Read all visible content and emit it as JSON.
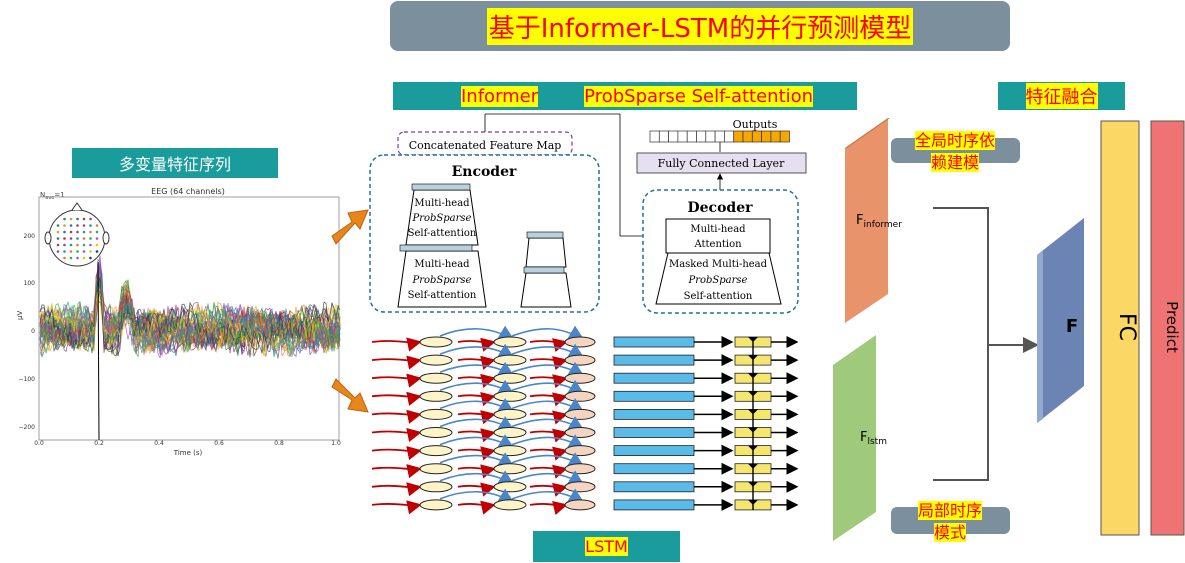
{
  "title": "基于Informer-LSTM的并行预测模型",
  "input_label": "多变量特征序列",
  "informer_label": "Informer",
  "probsparse_label": "ProbSparse Self-attention",
  "fusion_label": "特征融合",
  "lstm_label": "LSTM",
  "global_label_line1": "全局时序依",
  "global_label_line2": "赖建模",
  "local_label_line1": "局部时序",
  "local_label_line2": "模式",
  "f_informer_main": "F",
  "f_informer_sub": "informer",
  "f_lstm_main": "F",
  "f_lstm_sub": "lstm",
  "f_fused": "F",
  "fc_label": "FC",
  "predict_label": "Predict",
  "eeg": {
    "corner_text": "N",
    "corner_sub": "ave",
    "corner_eq": "=1",
    "plot_title": "EEG (64 channels)",
    "ylabel": "μV",
    "xlabel": "Time (s)",
    "yticks": [
      "200",
      "100",
      "0",
      "−100",
      "−200"
    ],
    "xticks": [
      "0.0",
      "0.2",
      "0.4",
      "0.6",
      "0.8",
      "1.0"
    ]
  },
  "encoder": {
    "feature_map_label": "Concatenated Feature Map",
    "title": "Encoder",
    "block1": [
      "Multi-head",
      "ProbSparse",
      "Self-attention"
    ],
    "block2": [
      "Multi-head",
      "ProbSparse",
      "Self-attention"
    ]
  },
  "decoder": {
    "outputs_label": "Outputs",
    "fc_layer_label": "Fully Connected Layer",
    "title": "Decoder",
    "attn": [
      "Multi-head",
      "Attention"
    ],
    "masked": [
      "Masked Multi-head",
      "ProbSparse",
      "Self-attention"
    ]
  },
  "colors": {
    "title_bar": "#7b909c",
    "teal": "#1a9c9c",
    "f_informer": "#e9936a",
    "f_lstm": "#9fca7b",
    "f_fused": "#6c84b4",
    "fc": "#fbd766",
    "predict": "#ef7372"
  }
}
